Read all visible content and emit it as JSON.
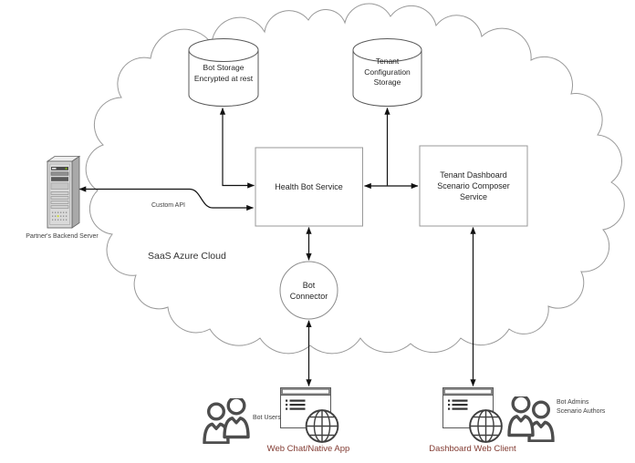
{
  "cloud": {
    "label": "SaaS Azure Cloud"
  },
  "nodes": {
    "bot_storage": {
      "line1": "Bot Storage",
      "line2": "Encrypted at rest"
    },
    "tenant_config_storage": {
      "line1": "Tenant",
      "line2": "Configuration",
      "line3": "Storage"
    },
    "health_bot_service": {
      "label": "Health Bot Service"
    },
    "tenant_dashboard": {
      "line1": "Tenant Dashboard",
      "line2": "Scenario Composer",
      "line3": "Service"
    },
    "bot_connector": {
      "line1": "Bot",
      "line2": "Connector"
    },
    "partner_server": {
      "label": "Partner's Backend Server"
    },
    "web_chat": {
      "label": "Web Chat/Native App"
    },
    "dashboard_client": {
      "label": "Dashboard Web Client"
    },
    "bot_users": {
      "label": "Bot Users"
    },
    "bot_admins": {
      "line1": "Bot Admins",
      "line2": "Scenario Authors"
    }
  },
  "edges": {
    "custom_api": "Custom API"
  },
  "colors": {
    "client_label": "#823b32",
    "caption_text": "#404040",
    "node_text": "#262626",
    "connector": "#111111",
    "shape_stroke": "#999999",
    "cylinder_stroke": "#595959",
    "people_stroke": "#4d4d4d"
  }
}
